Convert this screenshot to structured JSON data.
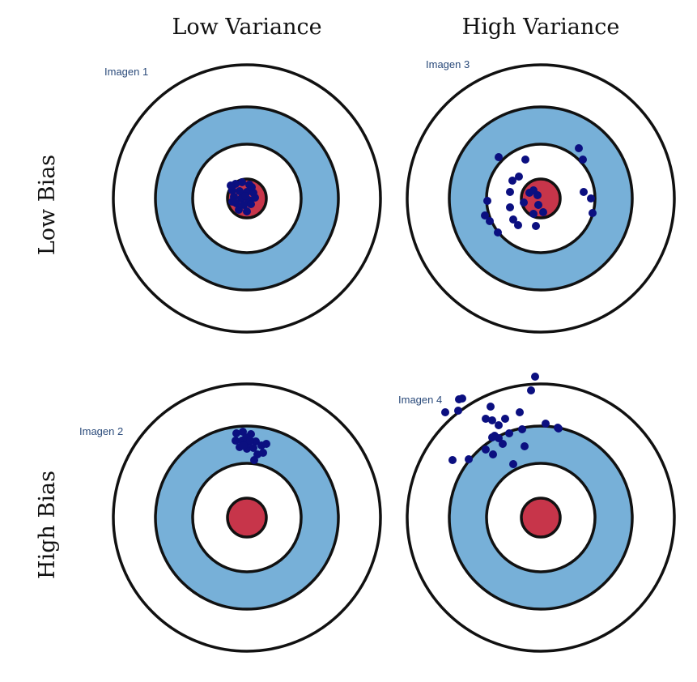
{
  "headers": {
    "columns": [
      "Low Variance",
      "High Variance"
    ],
    "rows": [
      "Low Bias",
      "High Bias"
    ]
  },
  "colors": {
    "outer_ring": "#ffffff",
    "middle_ring": "#77b0d8",
    "inner_ring": "#ffffff",
    "bullseye": "#c7354a",
    "points": "#0b0f80",
    "outline": "#111111"
  },
  "panels": [
    {
      "label": "Imagen 1",
      "row": "Low Bias",
      "column": "Low Variance",
      "points": [
        [
          -14,
          -18
        ],
        [
          -6,
          -20
        ],
        [
          3,
          -17
        ],
        [
          -18,
          -10
        ],
        [
          -9,
          -9
        ],
        [
          0,
          -8
        ],
        [
          8,
          -7
        ],
        [
          -16,
          -2
        ],
        [
          -7,
          0
        ],
        [
          2,
          2
        ],
        [
          10,
          -1
        ],
        [
          -13,
          6
        ],
        [
          -4,
          8
        ],
        [
          5,
          7
        ],
        [
          -10,
          14
        ],
        [
          0,
          16
        ],
        [
          -18,
          4
        ],
        [
          6,
          -14
        ],
        [
          -2,
          -3
        ],
        [
          -20,
          -16
        ]
      ]
    },
    {
      "label": "Imagen 2",
      "row": "High Bias",
      "column": "Low Variance",
      "points": [
        [
          -13,
          -104
        ],
        [
          -5,
          -106
        ],
        [
          5,
          -103
        ],
        [
          -14,
          -95
        ],
        [
          -6,
          -95
        ],
        [
          2,
          -93
        ],
        [
          11,
          -94
        ],
        [
          -9,
          -87
        ],
        [
          0,
          -85
        ],
        [
          8,
          -86
        ],
        [
          18,
          -89
        ],
        [
          24,
          -91
        ],
        [
          -1,
          -99
        ],
        [
          13,
          -78
        ],
        [
          20,
          -80
        ],
        [
          9,
          -71
        ],
        [
          4,
          -95
        ],
        [
          -4,
          -89
        ]
      ]
    },
    {
      "label": "Imagen 3",
      "row": "Low Bias",
      "column": "High Variance",
      "points": [
        [
          -52,
          -51
        ],
        [
          -19,
          -48
        ],
        [
          -27,
          -27
        ],
        [
          -35,
          -22
        ],
        [
          -14,
          -7
        ],
        [
          -38,
          -8
        ],
        [
          -21,
          5
        ],
        [
          -4,
          -4
        ],
        [
          -66,
          3
        ],
        [
          -38,
          11
        ],
        [
          -69,
          21
        ],
        [
          -34,
          26
        ],
        [
          -6,
          34
        ],
        [
          -53,
          42
        ],
        [
          -9,
          -10
        ],
        [
          -3,
          8
        ],
        [
          3,
          17
        ],
        [
          -9,
          19
        ],
        [
          -63,
          28
        ],
        [
          -28,
          33
        ],
        [
          47,
          -62
        ],
        [
          52,
          -48
        ],
        [
          53,
          -8
        ],
        [
          62,
          0
        ],
        [
          64,
          18
        ]
      ]
    },
    {
      "label": "Imagen 4",
      "row": "High Bias",
      "column": "High Variance",
      "points": [
        [
          -7,
          -174
        ],
        [
          -12,
          -157
        ],
        [
          -26,
          -130
        ],
        [
          -62,
          -137
        ],
        [
          -97,
          -147
        ],
        [
          -101,
          -146
        ],
        [
          -102,
          -132
        ],
        [
          -118,
          -130
        ],
        [
          -68,
          -122
        ],
        [
          -60,
          -120
        ],
        [
          -52,
          -114
        ],
        [
          -44,
          -122
        ],
        [
          -23,
          -109
        ],
        [
          6,
          -116
        ],
        [
          21,
          -111
        ],
        [
          -60,
          -99
        ],
        [
          -52,
          -98
        ],
        [
          -57,
          -101
        ],
        [
          -47,
          -91
        ],
        [
          -39,
          -104
        ],
        [
          -20,
          -88
        ],
        [
          -68,
          -84
        ],
        [
          -59,
          -78
        ],
        [
          -89,
          -72
        ],
        [
          -109,
          -71
        ],
        [
          -34,
          -66
        ],
        [
          22,
          -110
        ]
      ]
    }
  ]
}
